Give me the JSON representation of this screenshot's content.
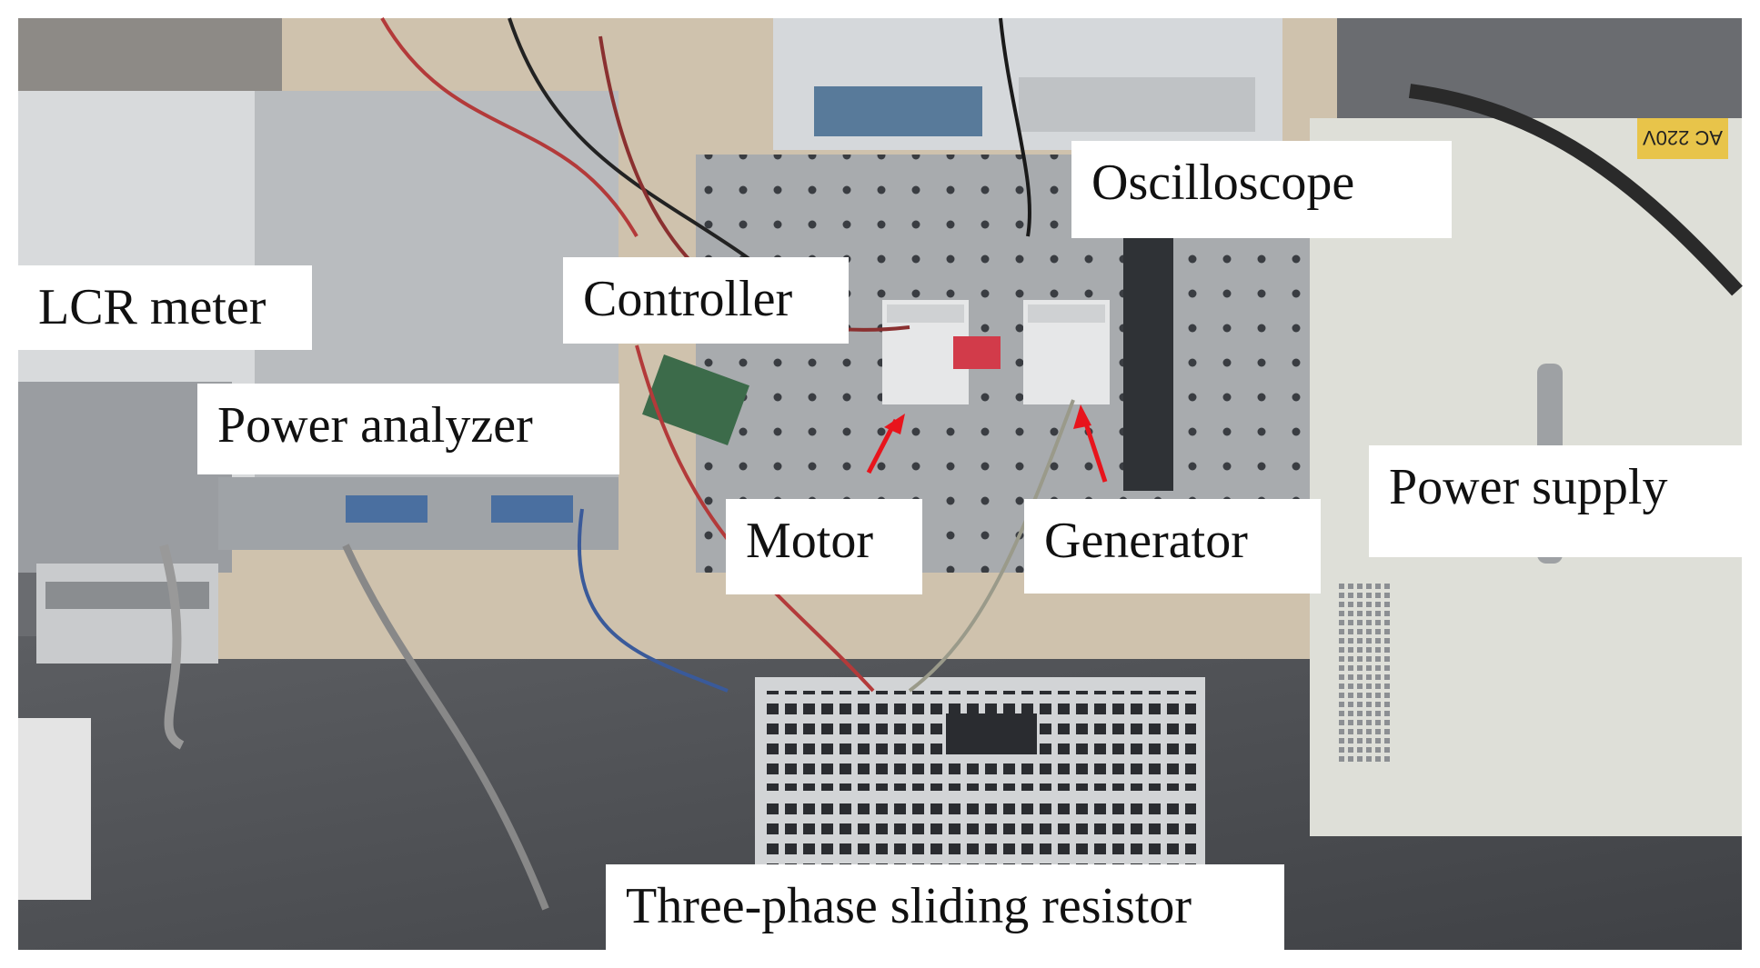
{
  "labels": {
    "lcr_meter": "LCR meter",
    "controller": "Controller",
    "oscilloscope": "Oscilloscope",
    "power_analyzer": "Power analyzer",
    "motor": "Motor",
    "generator": "Generator",
    "power_supply": "Power supply",
    "sliding_resistor": "Three-phase sliding resistor"
  },
  "equipment_markings": {
    "power_supply_plate": "AC 220V"
  },
  "colors": {
    "arrow": "#e8141c",
    "label_bg": "#ffffff",
    "label_text": "#111111"
  }
}
